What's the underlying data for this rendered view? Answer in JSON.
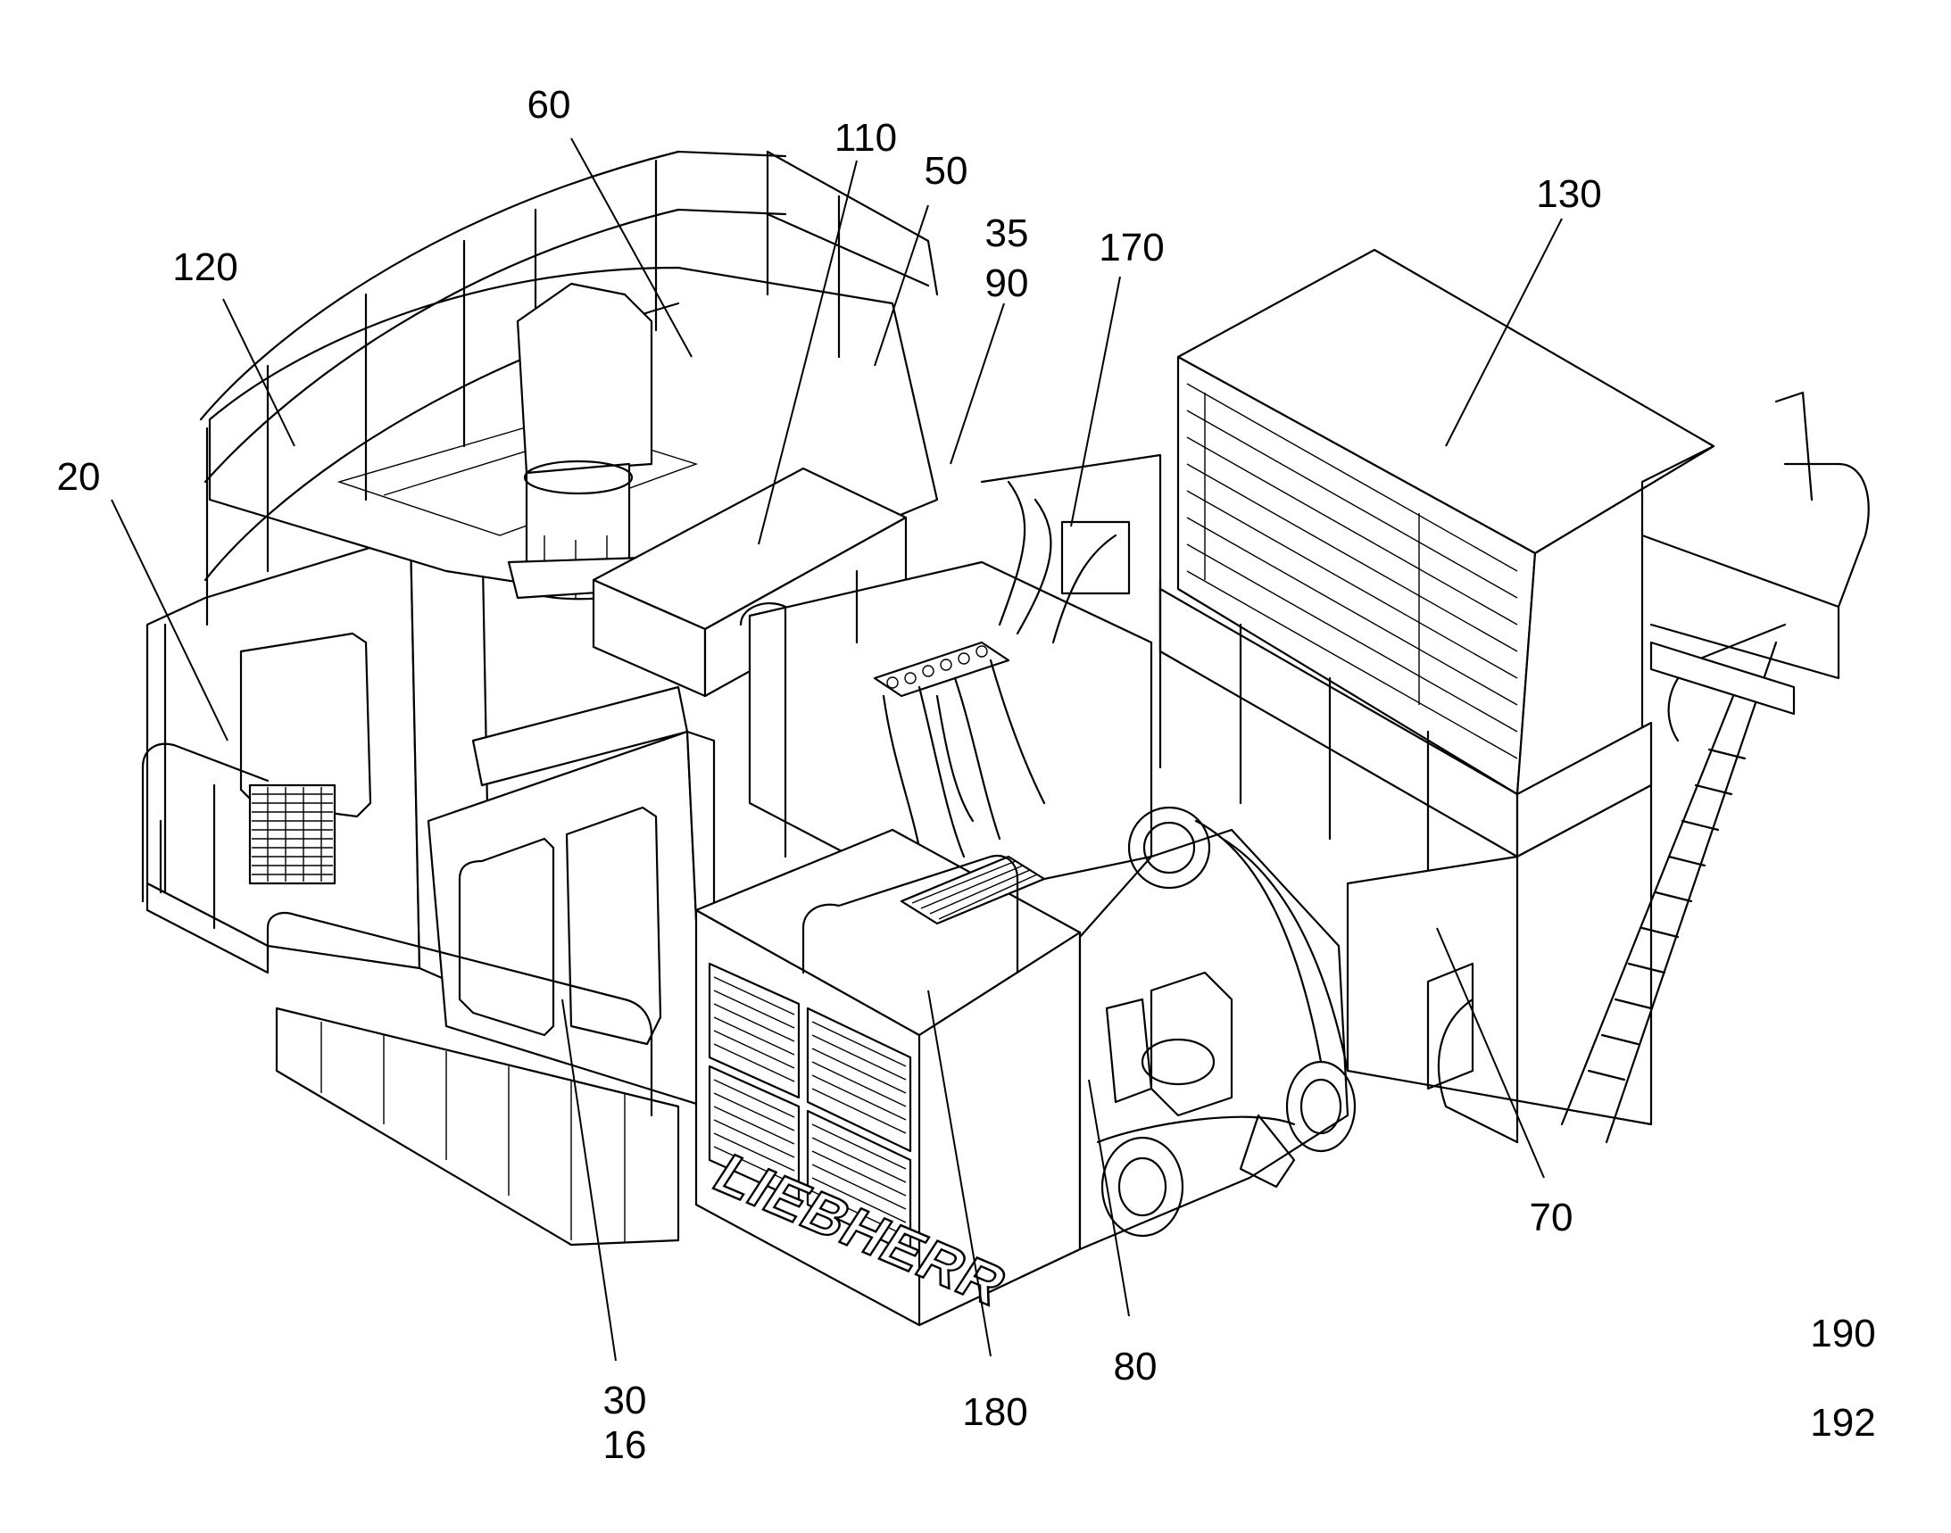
{
  "brand_text": "LIEBHERR",
  "reference_numerals": {
    "n60": "60",
    "n110": "110",
    "n50": "50",
    "n35": "35",
    "n90": "90",
    "n170": "170",
    "n130": "130",
    "n120": "120",
    "n20": "20",
    "n70": "70",
    "n80": "80",
    "n180": "180",
    "n30": "30",
    "n16": "16",
    "n190": "190",
    "n192": "192"
  }
}
